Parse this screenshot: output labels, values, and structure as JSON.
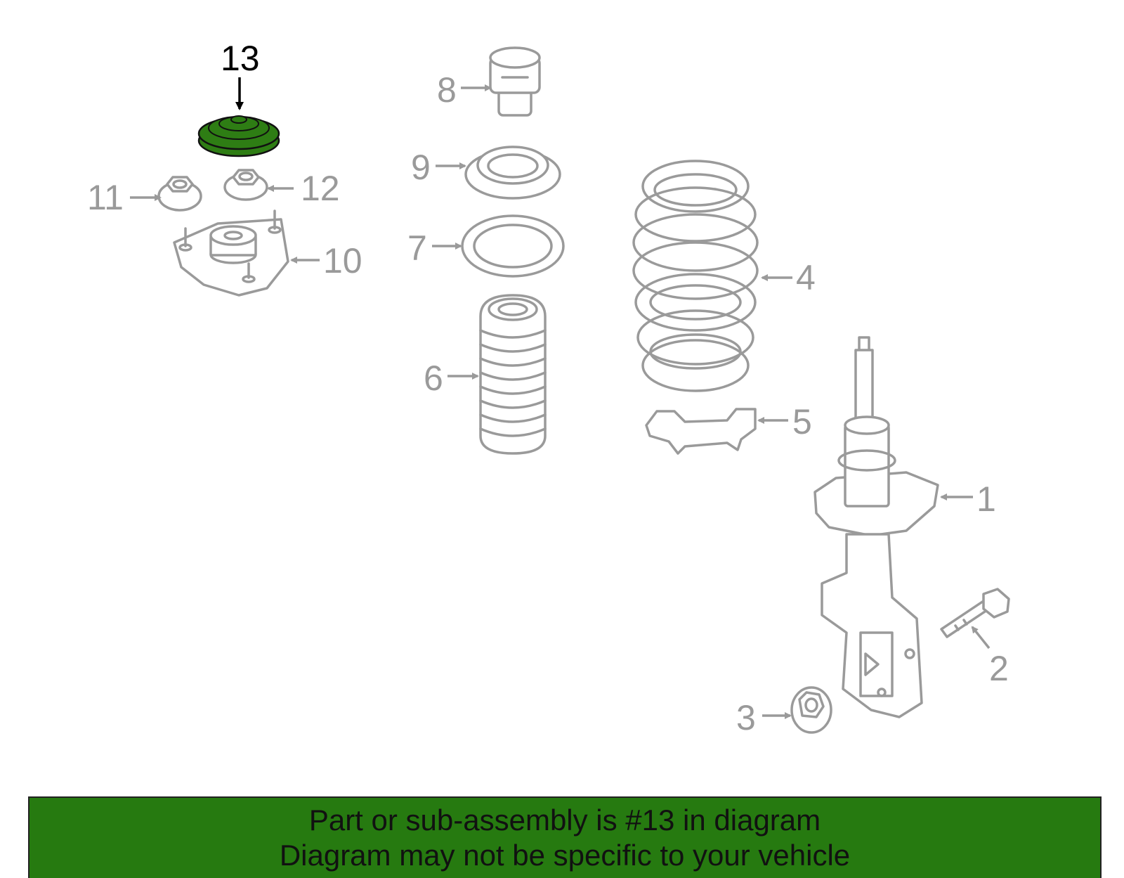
{
  "colors": {
    "highlight": "#2e7d14",
    "parts": "#9a9a9a",
    "banner_bg": "#267a10"
  },
  "callouts": {
    "n1": "1",
    "n2": "2",
    "n3": "3",
    "n4": "4",
    "n5": "5",
    "n6": "6",
    "n7": "7",
    "n8": "8",
    "n9": "9",
    "n10": "10",
    "n11": "11",
    "n12": "12",
    "n13": "13"
  },
  "highlighted_part": "13",
  "banner": {
    "line1": "Part or sub-assembly is #13 in diagram",
    "line2": "Diagram may not be specific to your vehicle"
  }
}
